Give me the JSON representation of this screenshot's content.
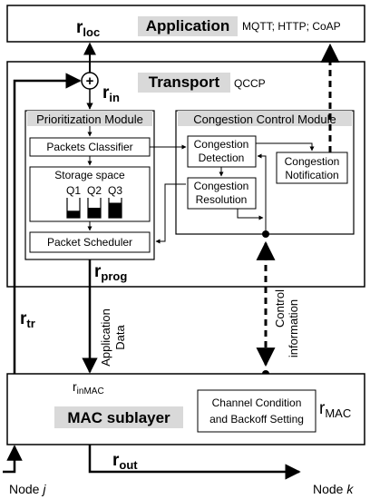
{
  "application": {
    "title": "Application",
    "protocols": "MQTT; HTTP; CoAP",
    "r_loc_main": "r",
    "r_loc_sub": "loc"
  },
  "transport": {
    "title": "Transport",
    "protocol": "QCCP",
    "r_in_main": "r",
    "r_in_sub": "in",
    "r_prog_main": "r",
    "r_prog_sub": "prog",
    "r_tr_main": "r",
    "r_tr_sub": "tr"
  },
  "prioritization": {
    "title": "Prioritization Module",
    "classifier": "Packets Classifier",
    "storage": "Storage space",
    "queues": [
      "Q1",
      "Q2",
      "Q3"
    ],
    "queue_fill": [
      0.35,
      0.5,
      0.75
    ],
    "scheduler": "Packet Scheduler"
  },
  "congestion": {
    "title": "Congestion Control Module",
    "detection_l1": "Congestion",
    "detection_l2": "Detection",
    "notification_l1": "Congestion",
    "notification_l2": "Notification",
    "resolution_l1": "Congestion",
    "resolution_l2": "Resolution"
  },
  "links": {
    "app_data_l1": "Application",
    "app_data_l2": "Data",
    "control_l1": "Control",
    "control_l2": "information"
  },
  "mac": {
    "title": "MAC sublayer",
    "channel_l1": "Channel Condition",
    "channel_l2": "and Backoff Setting",
    "r_inmac_main": "r",
    "r_inmac_sub": "inMAC",
    "r_mac_main": "r",
    "r_mac_sub": "MAC",
    "r_out_main": "r",
    "r_out_sub": "out"
  },
  "nodes": {
    "node_j_prefix": "Node ",
    "node_j_var": "j",
    "node_k_prefix": "Node ",
    "node_k_var": "k"
  }
}
